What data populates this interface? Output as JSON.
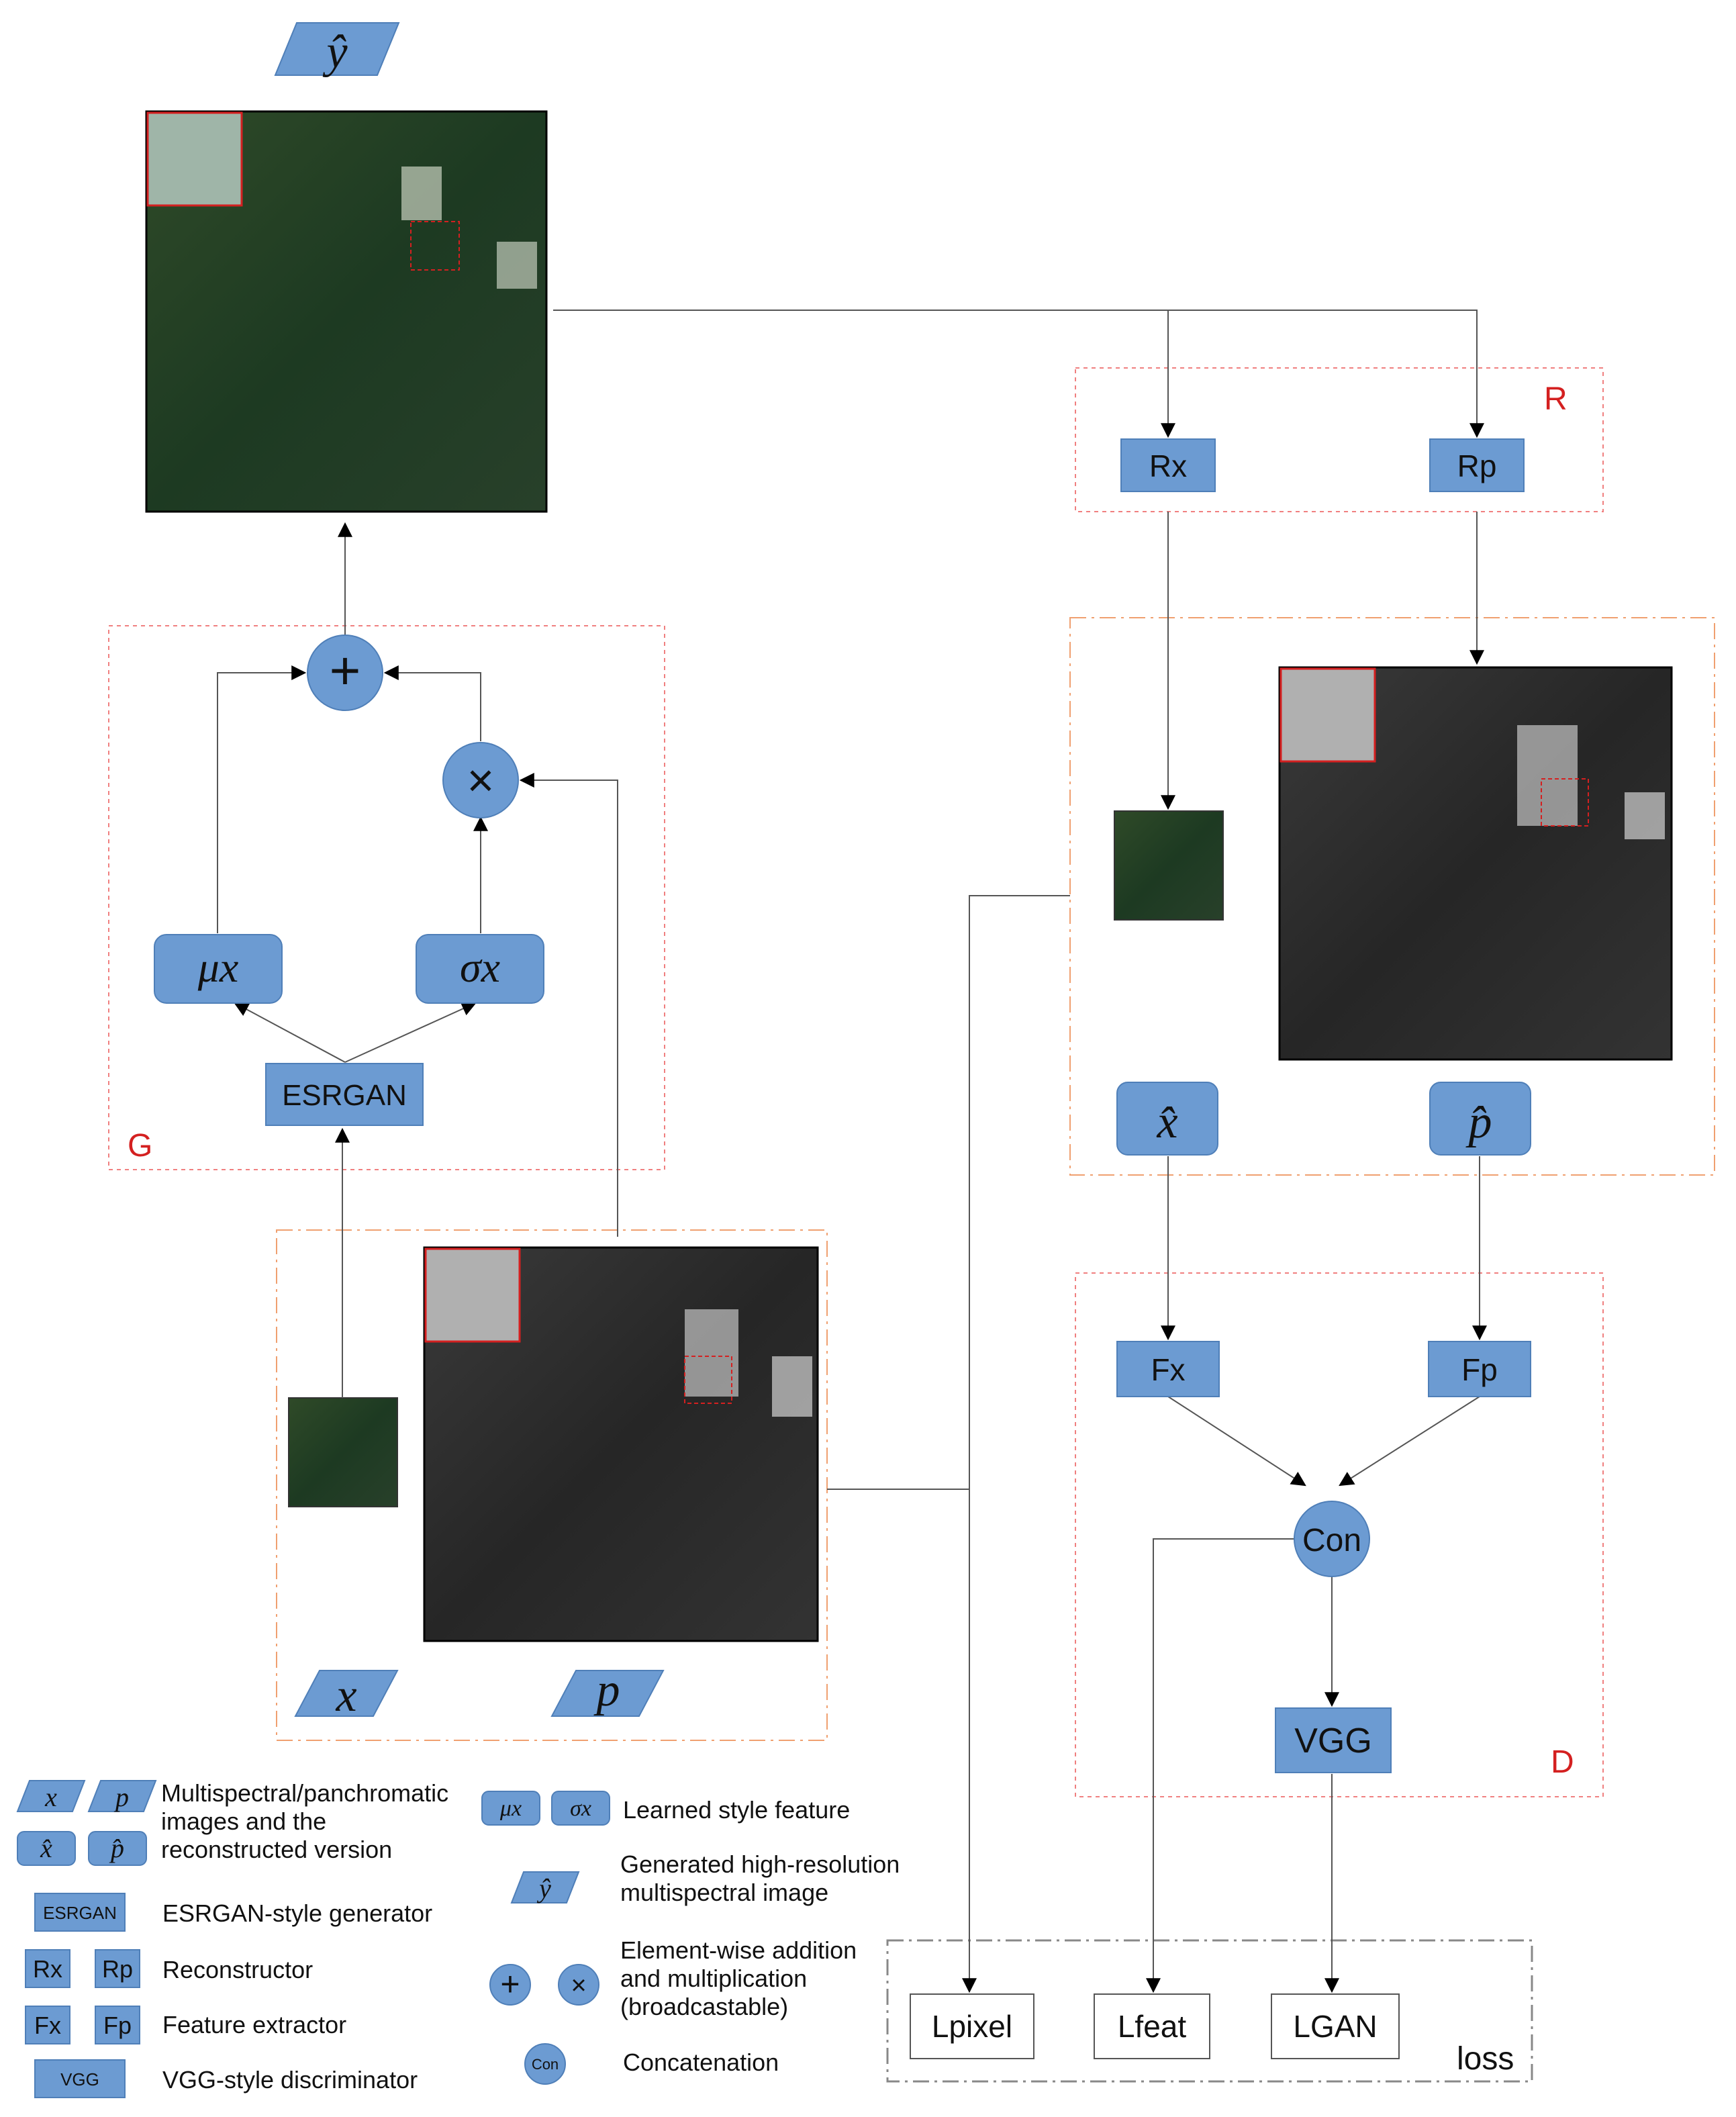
{
  "nodes": {
    "y_hat": "ŷ",
    "x": "x",
    "p": "p",
    "x_hat": "x̂",
    "p_hat": "p̂",
    "mu_x": "μx",
    "sigma_x": "σx",
    "esrgan": "ESRGAN",
    "rx": "Rx",
    "rp": "Rp",
    "fx": "Fx",
    "fp": "Fp",
    "con": "Con",
    "vgg": "VGG",
    "plus": "+",
    "times": "×"
  },
  "groups": {
    "g": "G",
    "r": "R",
    "d": "D",
    "loss": "loss"
  },
  "losses": {
    "pixel": "Lpixel",
    "feat": "Lfeat",
    "gan": "LGAN"
  },
  "legend": {
    "ms_pan": "Multispectral/panchromatic images and  the reconstructed version",
    "esrgan_small": "ESRGAN",
    "esrgan": "ESRGAN-style generator",
    "reconstructor": "Reconstructor",
    "feature": "Feature extractor",
    "vgg_small": "VGG",
    "vgg": "VGG-style discriminator",
    "style": "Learned style feature",
    "generated": "Generated high-resolution multispectral image",
    "elementwise": "Element-wise addition and multiplication (broadcastable)",
    "con_small": "Con",
    "concat": "Concatenation"
  },
  "colors": {
    "box": "#6c9bd2",
    "group_red": "#f08080",
    "group_orange": "#f0a070",
    "label_red": "#d42020"
  }
}
